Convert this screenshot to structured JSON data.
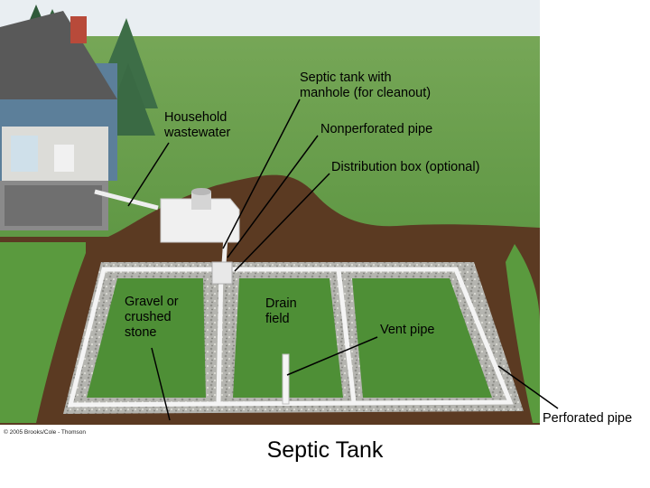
{
  "title": "Septic Tank",
  "credit": "© 2005 Brooks/Cole - Thomson",
  "labels": {
    "septic_tank": "Septic tank with\nmanhole (for cleanout)",
    "household_wastewater": "Household\nwastewater",
    "nonperforated_pipe": "Nonperforated pipe",
    "distribution_box": "Distribution box (optional)",
    "gravel": "Gravel or\ncrushed\nstone",
    "drain_field": "Drain\nfield",
    "vent_pipe": "Vent pipe",
    "perforated_pipe": "Perforated pipe"
  },
  "colors": {
    "grass": "#5e9a44",
    "grass_dark": "#3f7a2c",
    "soil": "#5b3a22",
    "gravel": "#b9b9b4",
    "pipe": "#f2f2f2",
    "house_siding": "#5c7f9a",
    "roof": "#595959"
  }
}
